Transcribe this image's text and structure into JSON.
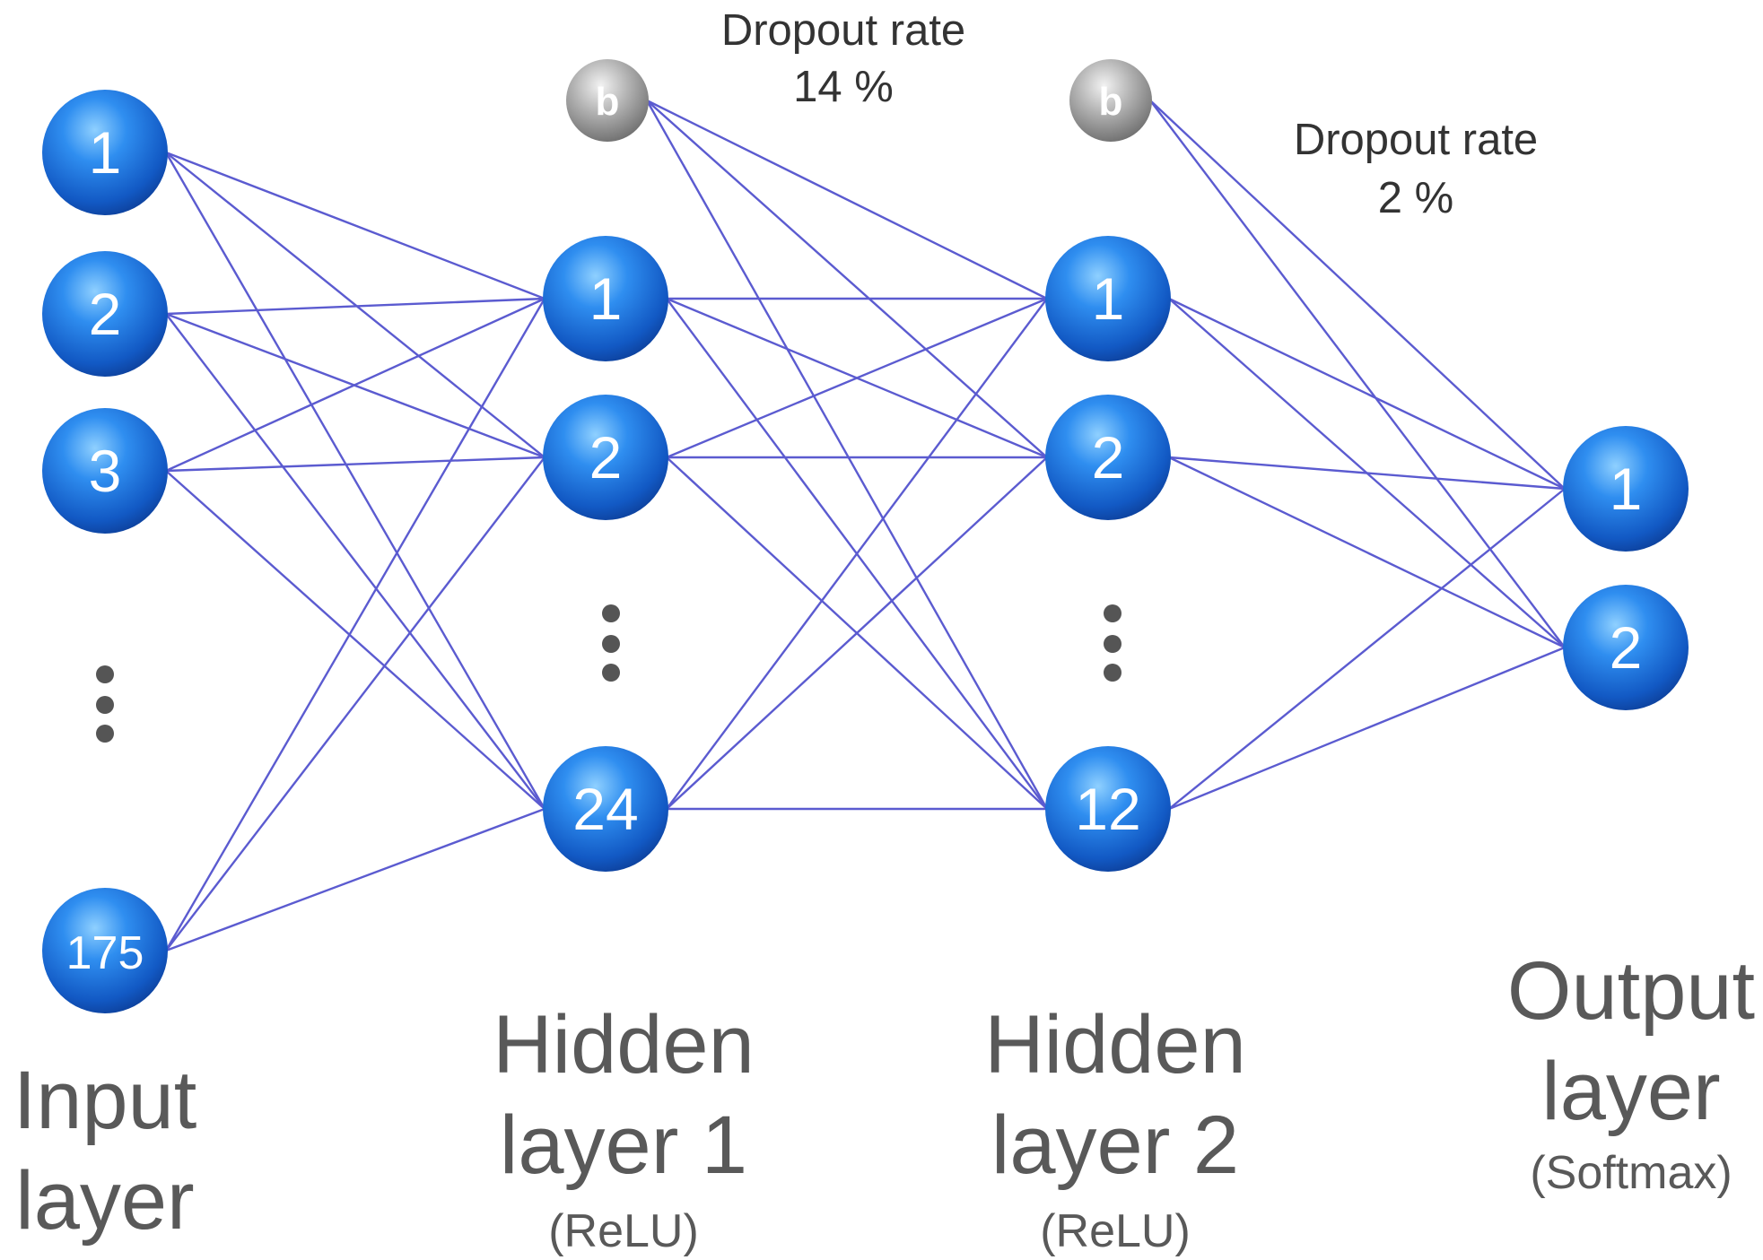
{
  "layers": {
    "input": {
      "name_line1": "Input",
      "name_line2": "layer",
      "nodes": [
        "1",
        "2",
        "3",
        "175"
      ]
    },
    "hidden1": {
      "name_line1": "Hidden",
      "name_line2": "layer 1",
      "activation": "(ReLU)",
      "nodes": [
        "1",
        "2",
        "24"
      ],
      "bias": "b"
    },
    "hidden2": {
      "name_line1": "Hidden",
      "name_line2": "layer 2",
      "activation": "(ReLU)",
      "nodes": [
        "1",
        "2",
        "12"
      ],
      "bias": "b"
    },
    "output": {
      "name_line1": "Output",
      "name_line2": "layer",
      "activation": "(Softmax)",
      "nodes": [
        "1",
        "2"
      ]
    }
  },
  "dropout": {
    "layer1": {
      "label": "Dropout rate",
      "value": "14 %"
    },
    "layer2": {
      "label": "Dropout rate",
      "value": "2 %"
    }
  },
  "colors": {
    "node": "#1e6fd8",
    "connection": "#5b5bd0",
    "bias": "#9a9a9a",
    "ellipsis": "#555555",
    "label": "#595959"
  }
}
